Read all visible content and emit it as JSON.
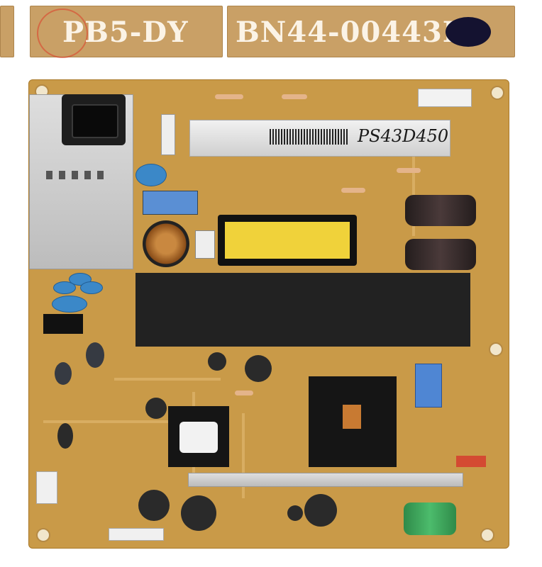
{
  "labels": {
    "model_tag": "PB5-DY",
    "part_tag": "BN44-00443B",
    "handwritten": "PS43D450"
  },
  "colors": {
    "board": "#c99a48",
    "tag": "#c9a066",
    "tag_text": "#fbf3e6",
    "transformer_yellow": "#f0d23a",
    "heatsink_black": "#222222",
    "capacitor_dark": "#2e2626",
    "capacitor_green": "#3aa45a"
  },
  "icons": [
    "power-inlet-icon",
    "mounting-hole-icon"
  ]
}
